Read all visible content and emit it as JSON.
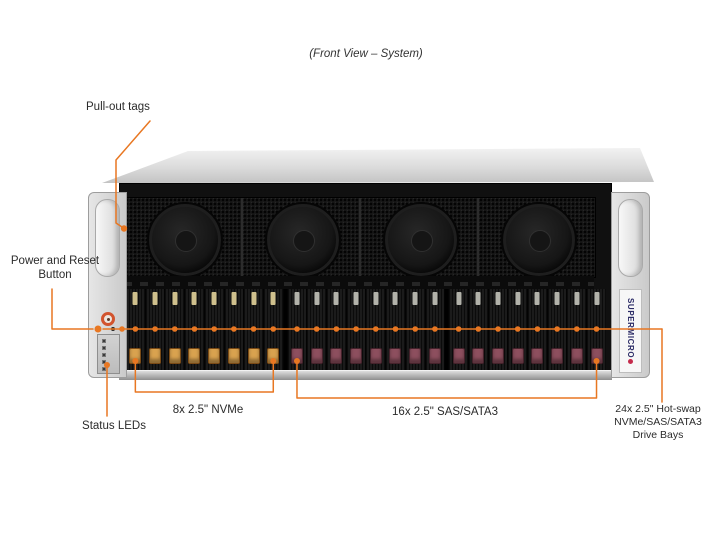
{
  "title": "(Front View – System)",
  "colors": {
    "callout": "#E87722",
    "nvme_latch": "#D9A24F",
    "sas_latch": "#8D4F5E",
    "logo_text": "#2B2B66",
    "logo_dot": "#C42A4B"
  },
  "labels": {
    "pull_out_tags": "Pull-out tags",
    "power_reset_line1": "Power and Reset",
    "power_reset_line2": "Button",
    "status_leds": "Status LEDs",
    "nvme_bays": "8x 2.5\" NVMe",
    "sas_bays": "16x 2.5\" SAS/SATA3",
    "hotswap_line1": "24x 2.5\" Hot-swap",
    "hotswap_line2": "NVMe/SAS/SATA3",
    "hotswap_line3": "Drive Bays"
  },
  "server": {
    "brand": "SUPERMICRO",
    "fan_count": 4,
    "status_led_count": 5,
    "drive_bays": {
      "total": 24,
      "nvme_count": 8,
      "sas_count": 16,
      "group_size": 8
    }
  }
}
